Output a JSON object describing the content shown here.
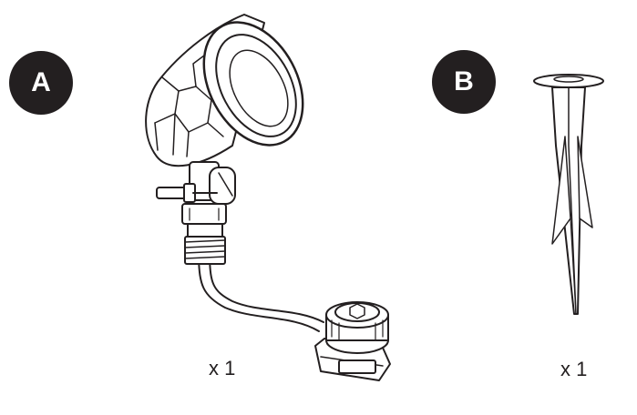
{
  "parts": [
    {
      "id": "A",
      "label": "A",
      "quantity": "x 1",
      "item": "spotlight-with-cable-and-connector"
    },
    {
      "id": "B",
      "label": "B",
      "quantity": "x 1",
      "item": "ground-stake"
    }
  ],
  "colors": {
    "badge": "#231f20",
    "badge_text": "#ffffff",
    "line": "#231f20",
    "background": "#ffffff"
  }
}
